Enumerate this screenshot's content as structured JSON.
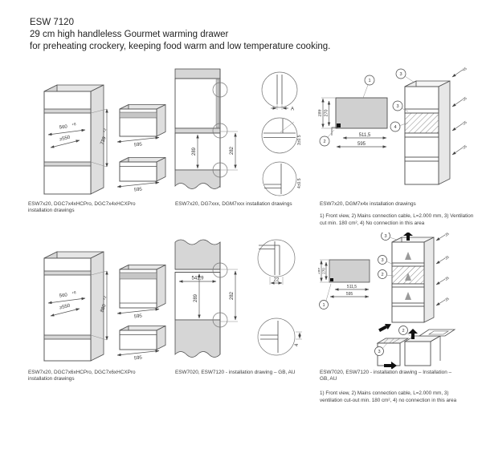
{
  "header": {
    "model": "ESW 7120",
    "line1": "29 cm high handleless Gourmet warming drawer",
    "line2": "for preheating crockery, keeping food warm and low temperature cooking."
  },
  "colors": {
    "panel_gray": "#d6d6d6",
    "line": "#4d4d4d",
    "text": "#333333"
  },
  "fig_a": {
    "caption": "ESW7x20, DGC7x4xHCPro, DGC7x4xHCXPro installation drawings",
    "dim_width_base": "560",
    "dim_width_sup": "+8",
    "dim_depth": "≥550",
    "dim_height_base": "739",
    "dim_height_sup": "+2",
    "dim_appliance": "595",
    "dim_drawer": "595"
  },
  "fig_b": {
    "caption": "ESW7x20, DG7xxx, DGM7xxx installation drawings",
    "dim_inner": "289",
    "dim_front": "282",
    "detail_top": "A",
    "detail_mid": "3±0.5",
    "detail_bottom": "4±0.5"
  },
  "fig_c": {
    "caption": "ESW7x20, DGM7x4x installation drawings",
    "note": "1) Front view, 2) Mains connection cable, L=2.000 mm, 3) Ventilation cut min. 180 cm², 4) No connection in this area",
    "dim_height": "289",
    "dim_inner_height": "270",
    "dim_inner_width": "511,5",
    "dim_width": "595",
    "callout_1": "1",
    "callout_2": "2",
    "callout_3": "3",
    "callout_4": "4",
    "vent_top": "45",
    "vent": "35"
  },
  "fig_d": {
    "caption": "ESW7x20, DGC7x6xHCPro, DGC7x6xHCXPro installation drawings",
    "dim_width_base": "560",
    "dim_width_sup": "+8",
    "dim_depth": "≥550",
    "dim_height_base": "880",
    "dim_height_sup": "+2",
    "dim_appliance": "595",
    "dim_drawer": "595"
  },
  "fig_e": {
    "caption": "ESW7020, ESW7120 - installation drawing – GB, AU",
    "dim_depth": "541,9",
    "dim_inner": "289",
    "dim_front": "282",
    "detail_top": "22",
    "detail_bottom": "4"
  },
  "fig_f": {
    "caption": "ESW7020, ESW7120 - installation drawing – Installation – GB, AU",
    "note": "1) Front view, 2) Mains connection cable, L=2.000 mm, 3) ventilation cut-out min. 180 cm², 4) no connection in this area",
    "dim_height": "289",
    "dim_inner_height": "270",
    "dim_inner_width": "511,5",
    "dim_width": "595",
    "callout_1": "1",
    "callout_2": "2",
    "callout_3": "3",
    "vent": "35"
  }
}
